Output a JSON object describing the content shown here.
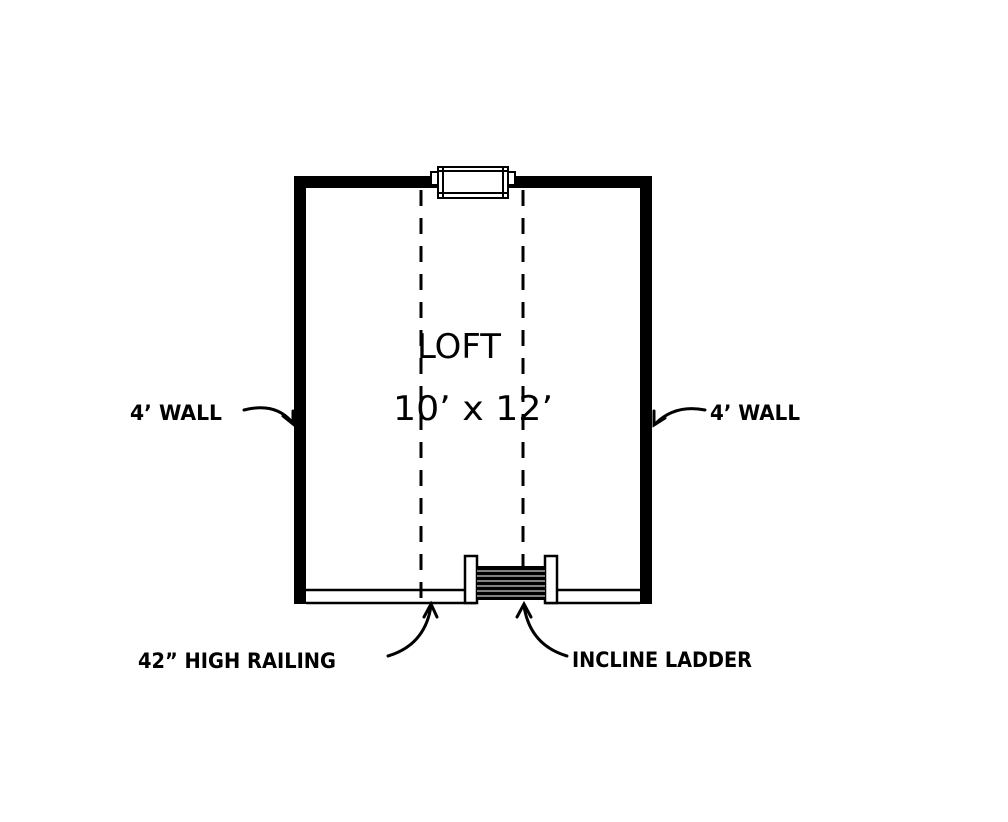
{
  "room": {
    "name": "LOFT",
    "size": "10’ x 12’"
  },
  "labels": {
    "left_wall": "4’ WALL",
    "right_wall": "4’ WALL",
    "railing": "42” HIGH RAILING",
    "ladder": "INCLINE LADDER"
  },
  "colors": {
    "ink": "#000000",
    "paper": "#ffffff"
  }
}
